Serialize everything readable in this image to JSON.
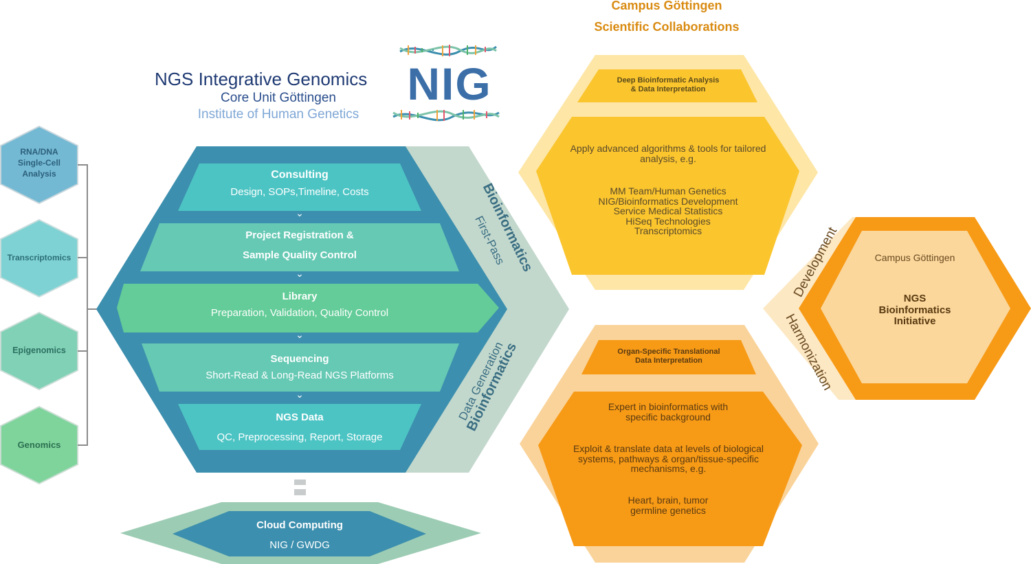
{
  "header": {
    "title_main": "NGS Integrative Genomics",
    "title_sub": "Core Unit Göttingen",
    "title_inst": "Institute of Human Genetics",
    "logo_text": "NIG",
    "collab_line1": "Campus Göttingen",
    "collab_line2": "Scientific Collaborations"
  },
  "omics": [
    {
      "label": "RNA/DNA\nSingle-Cell\nAnalysis"
    },
    {
      "label": "Transcriptomics"
    },
    {
      "label": "Epigenomics"
    },
    {
      "label": "Genomics"
    }
  ],
  "pipeline": [
    {
      "title": "Consulting",
      "subtitle": "Design, SOPs,Timeline, Costs"
    },
    {
      "title": "Project Registration &",
      "subtitle": "Sample Quality Control"
    },
    {
      "title": "Library",
      "subtitle": "Preparation, Validation, Quality Control"
    },
    {
      "title": "Sequencing",
      "subtitle": "Short-Read & Long-Read NGS Platforms"
    },
    {
      "title": "NGS Data",
      "subtitle": "QC, Preprocessing, Report, Storage"
    }
  ],
  "arrow_glyph": "⌄",
  "side_labels": {
    "first_pass_title": "Bioinformatics",
    "first_pass_sub": "First-Pass",
    "data_gen_title": "Bioinformatics",
    "data_gen_sub": "Data Generation"
  },
  "cloud": {
    "title": "Cloud Computing",
    "subtitle": "NIG / GWDG"
  },
  "deep": {
    "header": "Deep Bioinformatic Analysis\n& Data Interpretation",
    "body1": "Apply advanced algorithms  & tools for tailored\nanalysis, e.g.",
    "body2": "MM Team/Human Genetics\nNIG/Bioinformatics Development\nService Medical Statistics\nHiSeq Technologies\nTranscriptomics"
  },
  "organ": {
    "header": "Organ-Specific Translational\nData Interpretation",
    "body1": "Expert in bioinformatics with\nspecific background",
    "body2": "Exploit & translate data at levels of biological\nsystems, pathways & organ/tissue-specific\nmechanisms, e.g.",
    "body3": "Heart, brain, tumor\ngermline genetics"
  },
  "initiative": {
    "campus": "Campus Göttingen",
    "title": "NGS\nBioinformatics\nInitiative",
    "development": "Development",
    "harmonization": "Harmonization"
  },
  "colors": {
    "dark_teal": "#3C8FAE",
    "side_grey_green": "#C3D8CD",
    "yellow_outer": "#FDE6A6",
    "yellow_inner": "#FBC52E",
    "orange_outer": "#FAD39A",
    "orange_inner": "#F79A16",
    "title_navy": "#1F3A73",
    "collab_orange": "#D98B12"
  }
}
